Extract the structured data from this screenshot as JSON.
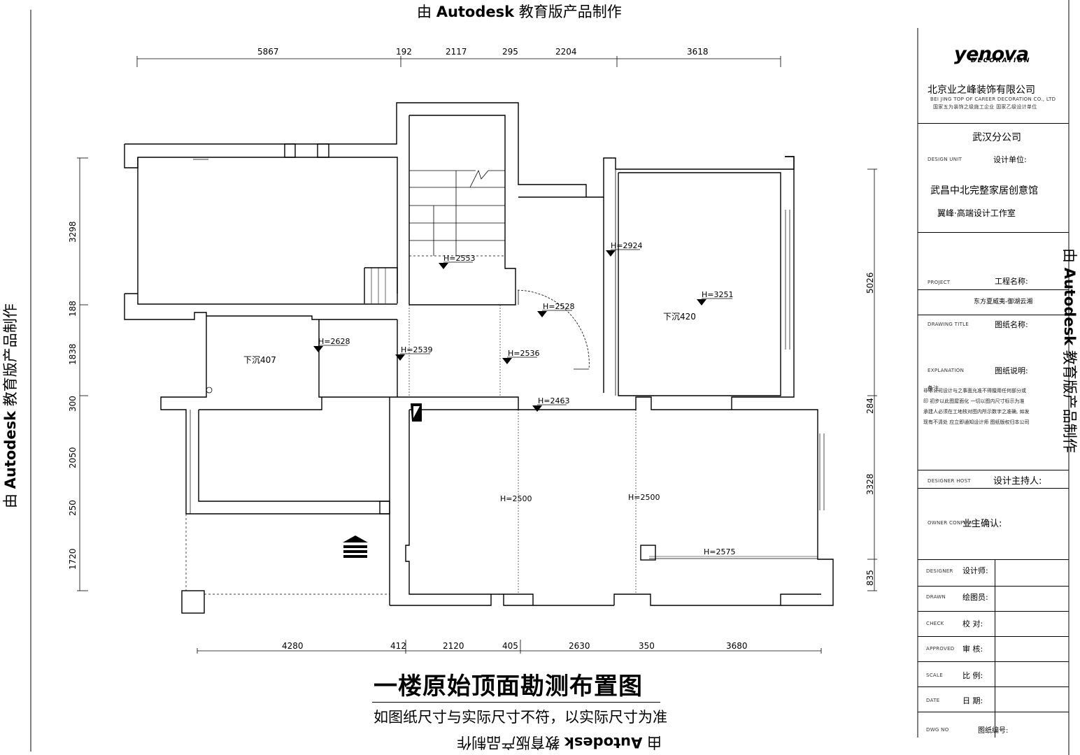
{
  "watermark": {
    "prefix": "由",
    "brand": "Autodesk",
    "suffix": "教育版产品制作"
  },
  "drawing": {
    "title": "一楼原始顶面勘测布置图",
    "subtitle": "如图纸尺寸与实际尺寸不符，以实际尺寸为准"
  },
  "dimensions": {
    "top": [
      "5867",
      "192",
      "2117",
      "295",
      "2204",
      "3618"
    ],
    "bottom": [
      "4280",
      "412",
      "2120",
      "405",
      "2630",
      "350",
      "3680"
    ],
    "left": [
      "3298",
      "188",
      "1838",
      "300",
      "2050",
      "250",
      "1720"
    ],
    "right": [
      "5026",
      "284",
      "3328",
      "835"
    ]
  },
  "annotations": {
    "h2553": "H=2553",
    "h2924": "H=2924",
    "h3251": "H=3251",
    "h2528": "H=2528",
    "h2628": "H=2628",
    "h2539": "H=2539",
    "h2536": "H=2536",
    "h2463": "H=2463",
    "h2500a": "H=2500",
    "h2500b": "H=2500",
    "h2575": "H=2575",
    "sunk407": "下沉407",
    "sunk420": "下沉420"
  },
  "title_block": {
    "logo": "yenova",
    "logo_sub": "DECORATION",
    "company": "北京业之峰装饰有限公司",
    "company_en": "BEI JING TOP OF CAREER DECORATION CO., LTD",
    "company_tagline": "国家五为装饰之级施工企业 国家乙级设计单位",
    "branch": "武汉分公司",
    "design_unit_en": "DESIGN UNIT",
    "design_unit_label": "设计单位:",
    "studio_line1": "武昌中北完整家居创意馆",
    "studio_line2": "翼峰·高端设计工作室",
    "project_en": "PROJECT",
    "project_label": "工程名称:",
    "project_name": "东方夏威夷-御湖云湘",
    "drawing_title_en": "DRAWING TITLE",
    "drawing_title_label": "图纸名称:",
    "explanation_en": "EXPLANATION",
    "explanation_label": "图纸说明:",
    "notes_label": "备注",
    "notes": [
      "非本公司设计与之事面允准不得擅用任何部分或",
      "印  初步以此图屋面化  一切以图内尺寸标示为准",
      "承建人必须在工地核对图内所示数字之准确, 如发",
      "现有不清处  应立即通知设计师  图纸版权归本公司"
    ],
    "host_en": "DESIGNER HOST",
    "host_label": "设计主持人:",
    "owner_en": "OWNER CONFIRM",
    "owner_label": "业主确认:",
    "rows": [
      {
        "en": "DESIGNER",
        "label": "设计师:"
      },
      {
        "en": "DRAWN",
        "label": "绘图员:"
      },
      {
        "en": "CHECK",
        "label": "校  对:"
      },
      {
        "en": "APPROVED",
        "label": "审  核:"
      },
      {
        "en": "SCALE",
        "label": "比  例:"
      },
      {
        "en": "DATE",
        "label": "日  期:"
      },
      {
        "en": "DWG NO",
        "label": "图纸编号:"
      }
    ]
  }
}
